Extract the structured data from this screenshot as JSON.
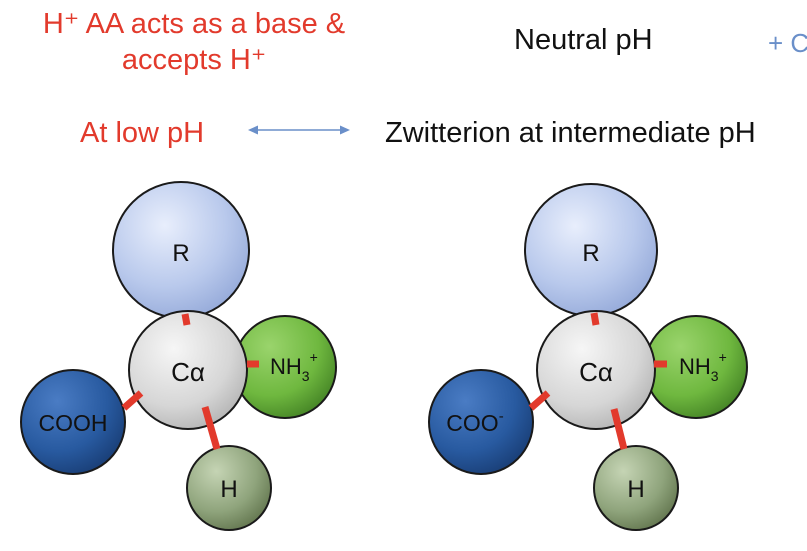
{
  "captions": {
    "base_line1": "H⁺ AA acts as a base &",
    "base_line2": "accepts H⁺",
    "neutral": "Neutral pH",
    "plus_partial": "+ C",
    "low_ph": "At low pH",
    "zwitterion": "Zwitterion at intermediate pH"
  },
  "low_ph_molecule": {
    "r": "R",
    "calpha": "Cα",
    "amino_main": "NH",
    "amino_sub": "3",
    "amino_sup": "+",
    "carboxyl": "COOH",
    "hydrogen": "H"
  },
  "zwitterion_molecule": {
    "r": "R",
    "calpha": "Cα",
    "amino_main": "NH",
    "amino_sub": "3",
    "amino_sup": "+",
    "carboxyl_main": "COO",
    "carboxyl_sup": "-",
    "hydrogen": "H"
  },
  "colors": {
    "caption_red": "#e23a2c",
    "caption_blue": "#6a8fc9",
    "bond": "#e23a2c",
    "r_group": "#b9c9ec",
    "calpha": "#d6d6d6",
    "amino": "#6fb83f",
    "carboxyl": "#285aa0",
    "hydrogen": "#8fa47c"
  }
}
